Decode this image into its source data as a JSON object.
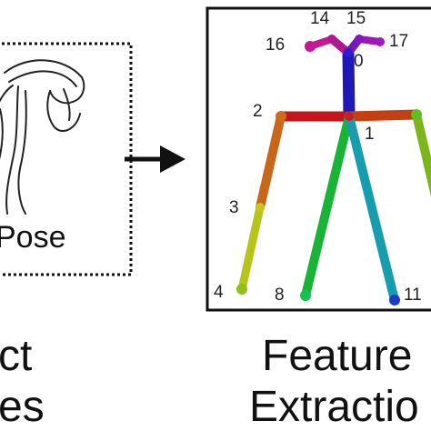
{
  "left_panel": {
    "logo_text": "Pose",
    "caption_line1": "ct",
    "caption_line2": "es"
  },
  "right_panel": {
    "caption_line1": "Feature",
    "caption_line2": "Extractio",
    "keypoints": [
      {
        "id": "0",
        "label": "0"
      },
      {
        "id": "1",
        "label": "1"
      },
      {
        "id": "2",
        "label": "2"
      },
      {
        "id": "3",
        "label": "3"
      },
      {
        "id": "4",
        "label": "4"
      },
      {
        "id": "8",
        "label": "8"
      },
      {
        "id": "11",
        "label": "11"
      },
      {
        "id": "14",
        "label": "14"
      },
      {
        "id": "15",
        "label": "15"
      },
      {
        "id": "16",
        "label": "16"
      },
      {
        "id": "17",
        "label": "17"
      }
    ]
  },
  "colors": {
    "frame": "#111111",
    "arrow": "#111111"
  }
}
